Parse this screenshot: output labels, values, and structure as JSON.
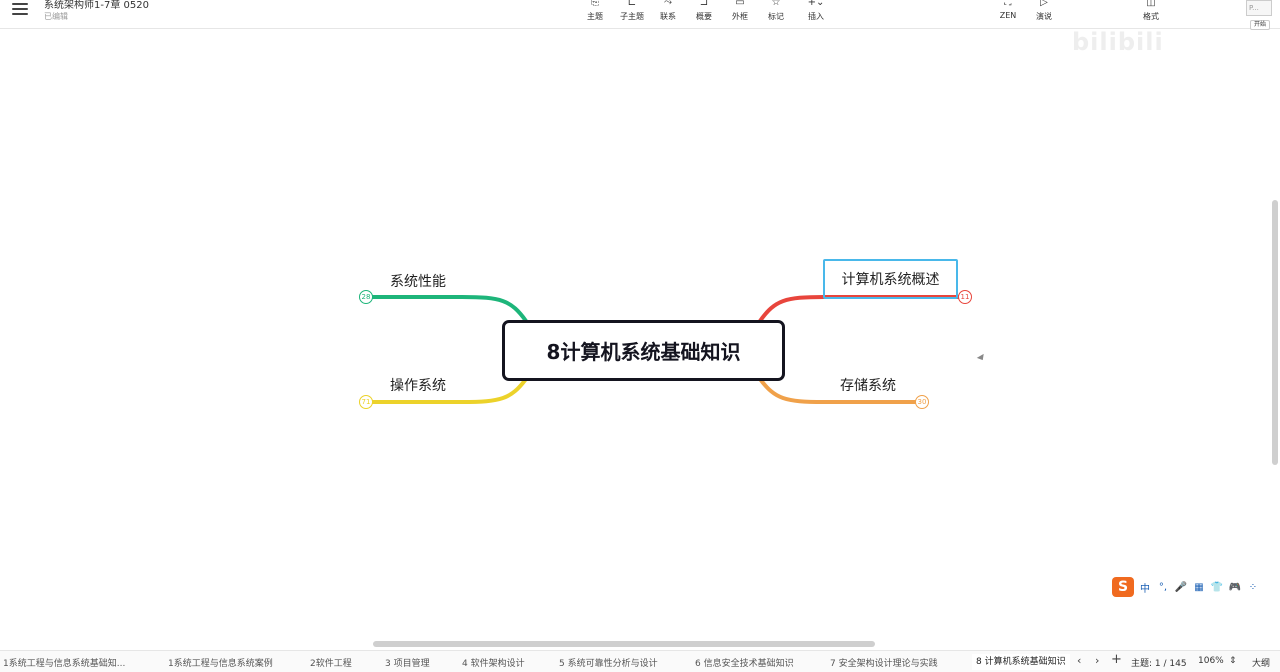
{
  "header": {
    "doc_title": "系统架构师1-7章 0520",
    "doc_status": "已编辑",
    "tools": [
      {
        "label": "主题",
        "icon": "topic-icon"
      },
      {
        "label": "子主题",
        "icon": "subtopic-icon"
      },
      {
        "label": "联系",
        "icon": "relationship-icon"
      },
      {
        "label": "概要",
        "icon": "summary-icon"
      },
      {
        "label": "外框",
        "icon": "boundary-icon"
      },
      {
        "label": "标记",
        "icon": "marker-star-icon"
      },
      {
        "label": "插入",
        "icon": "insert-plus-icon"
      },
      {
        "label": "ZEN",
        "icon": "zen-fullscreen-icon"
      },
      {
        "label": "演说",
        "icon": "pitch-play-icon"
      },
      {
        "label": "格式",
        "icon": "format-panel-icon"
      }
    ],
    "thumb_label": "P...",
    "start_label": "开始"
  },
  "watermark": "bilibili",
  "map": {
    "central": "8计算机系统基础知识",
    "branches": [
      {
        "label": "计算机系统概述",
        "badge": "11",
        "color": "#e8453c"
      },
      {
        "label": "存储系统",
        "badge": "30",
        "color": "#f0a14a"
      },
      {
        "label": "系统性能",
        "badge": "28",
        "color": "#1db57a"
      },
      {
        "label": "操作系统",
        "badge": "71",
        "color": "#ecd22a"
      }
    ]
  },
  "ime": {
    "logo": "S",
    "items": [
      "中",
      "°,",
      "🎤",
      "▦",
      "👕",
      "🎮",
      "⁘"
    ]
  },
  "sheets": [
    "1系统工程与信息系统基础知...",
    "1系统工程与信息系统案例",
    "2软件工程",
    "3 项目管理",
    "4 软件架构设计",
    "5 系统可靠性分析与设计",
    "6 信息安全技术基础知识",
    "7 安全架构设计理论与实践",
    "8 计算机系统基础知识"
  ],
  "status": {
    "topic_count": "主题: 1 / 145",
    "zoom": "106%",
    "view": "大纲"
  }
}
